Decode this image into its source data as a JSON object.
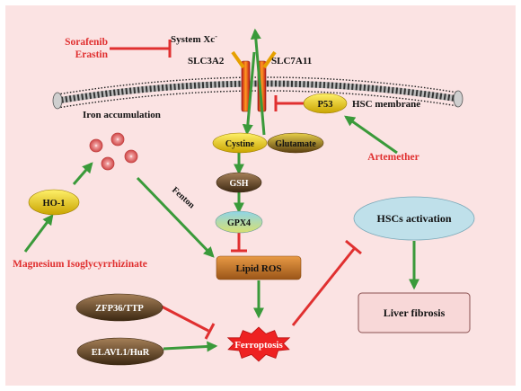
{
  "labels": {
    "system_xc": "System Xc",
    "system_xc_sup": "-",
    "slc3a2": "SLC3A2",
    "slc7a11": "SLC7A11",
    "hsc_membrane": "HSC membrane",
    "iron_accumulation": "Iron accumulation",
    "fenton": "Fenton"
  },
  "drugs": {
    "sorafenib": "Sorafenib",
    "erastin": "Erastin",
    "artemether": "Artemether",
    "magnesium_isoglycyrrhizinate": "Magnesium Isoglycyrrhizinate"
  },
  "nodes": {
    "p53": "P53",
    "cystine": "Cystine",
    "glutamate": "Glutamate",
    "gsh": "GSH",
    "gpx4": "GPX4",
    "lipid_ros": "Lipid ROS",
    "ho1": "HO-1",
    "zfp36": "ZFP36/TTP",
    "elavl1": "ELAVL1/HuR",
    "ferroptosis": "Ferroptosis",
    "hscs_activation": "HSCs activation",
    "liver_fibrosis": "Liver fibrosis"
  },
  "colors": {
    "background": "#fbe3e3",
    "activation_arrow": "#3a9a3a",
    "inhibition": "#e03030",
    "drug_text": "#e03030",
    "ferroptosis_burst": "#ee2222",
    "lipid_ros_box": "#c8772a",
    "hscs_activation_fill": "#bfe0ea",
    "liver_fibrosis_fill": "#f8d8d8"
  }
}
